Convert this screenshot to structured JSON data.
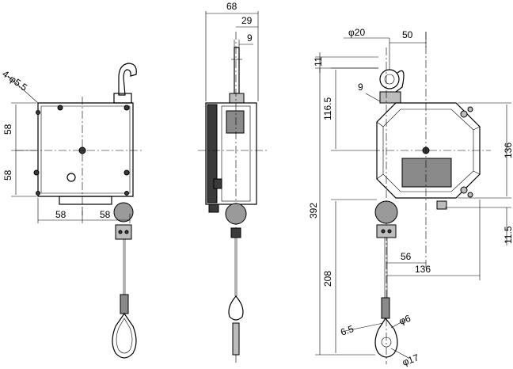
{
  "dimensions": {
    "left_view": {
      "hole_callout": "4-φ5.5",
      "upper_half_height": "58",
      "lower_half_height": "58",
      "left_half_width": "58",
      "right_half_width": "58"
    },
    "side_view": {
      "overall_depth": "68",
      "hook_offset": "29",
      "hook_width": "9"
    },
    "right_view": {
      "hook_hole": "φ20",
      "hook_offset": "50",
      "hook_top": "11",
      "hook_to_center": "116.5",
      "hook_gap": "9",
      "body_height": "136",
      "overall_length": "392",
      "lower_offset": "11.5",
      "cable_offset": "56",
      "body_width": "136",
      "cable_length": "208",
      "thimble": "6.5",
      "wire": "φ6",
      "eye": "φ17"
    }
  }
}
